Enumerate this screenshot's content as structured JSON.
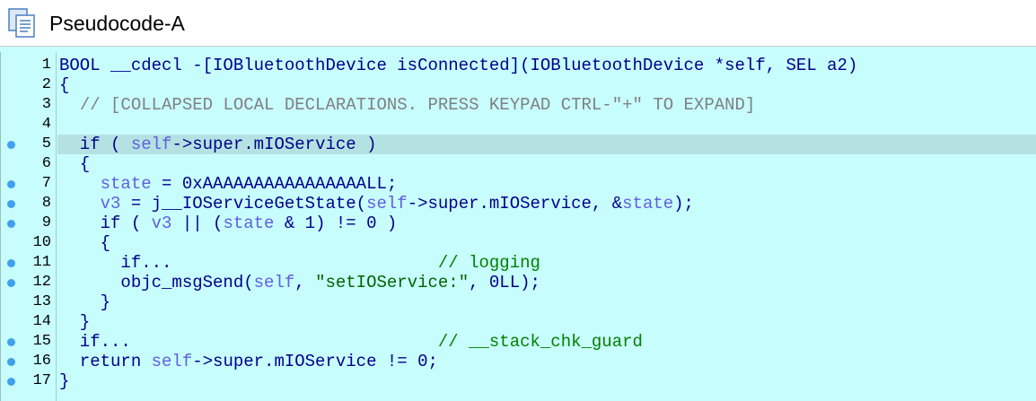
{
  "window": {
    "title": "Pseudocode-A",
    "icon": "pseudocode-window-icon"
  },
  "colors": {
    "background": "#c8fdfd",
    "highlight": "#b4e2e2",
    "keyword": "#00008b",
    "variable": "#6060dd",
    "comment": "#808080",
    "tag_comment": "#008000",
    "breakpoint": "#3ea0ee"
  },
  "highlighted_line": 5,
  "lines": [
    {
      "num": "1",
      "bp": false,
      "tokens": [
        [
          "kw",
          "BOOL __cdecl -[IOBluetoothDevice isConnected](IOBluetoothDevice *self, SEL a2)"
        ]
      ]
    },
    {
      "num": "2",
      "bp": false,
      "tokens": [
        [
          "kw",
          "{"
        ]
      ]
    },
    {
      "num": "3",
      "bp": false,
      "tokens": [
        [
          "kw",
          "  "
        ],
        [
          "cmt",
          "// [COLLAPSED LOCAL DECLARATIONS. PRESS KEYPAD CTRL-\"+\" TO EXPAND]"
        ]
      ]
    },
    {
      "num": "4",
      "bp": false,
      "tokens": []
    },
    {
      "num": "5",
      "bp": true,
      "tokens": [
        [
          "kw",
          "  if ( "
        ],
        [
          "var",
          "self"
        ],
        [
          "kw",
          "->super.mIOService )"
        ]
      ]
    },
    {
      "num": "6",
      "bp": false,
      "tokens": [
        [
          "kw",
          "  {"
        ]
      ]
    },
    {
      "num": "7",
      "bp": true,
      "tokens": [
        [
          "kw",
          "    "
        ],
        [
          "var",
          "state"
        ],
        [
          "kw",
          " = 0xAAAAAAAAAAAAAAAALL;"
        ]
      ]
    },
    {
      "num": "8",
      "bp": true,
      "tokens": [
        [
          "kw",
          "    "
        ],
        [
          "var",
          "v3"
        ],
        [
          "kw",
          " = j__IOServiceGetState("
        ],
        [
          "var",
          "self"
        ],
        [
          "kw",
          "->super.mIOService, &"
        ],
        [
          "var",
          "state"
        ],
        [
          "kw",
          ");"
        ]
      ]
    },
    {
      "num": "9",
      "bp": true,
      "tokens": [
        [
          "kw",
          "    if ( "
        ],
        [
          "var",
          "v3"
        ],
        [
          "kw",
          " || ("
        ],
        [
          "var",
          "state"
        ],
        [
          "kw",
          " & 1) != 0 )"
        ]
      ]
    },
    {
      "num": "10",
      "bp": false,
      "tokens": [
        [
          "kw",
          "    {"
        ]
      ]
    },
    {
      "num": "11",
      "bp": true,
      "tokens": [
        [
          "kw",
          "      if...                          "
        ],
        [
          "gcmt",
          "// logging"
        ]
      ]
    },
    {
      "num": "12",
      "bp": true,
      "tokens": [
        [
          "kw",
          "      objc_msgSend("
        ],
        [
          "var",
          "self"
        ],
        [
          "kw",
          ", "
        ],
        [
          "str",
          "\"setIOService:\""
        ],
        [
          "kw",
          ", 0LL);"
        ]
      ]
    },
    {
      "num": "13",
      "bp": false,
      "tokens": [
        [
          "kw",
          "    }"
        ]
      ]
    },
    {
      "num": "14",
      "bp": false,
      "tokens": [
        [
          "kw",
          "  }"
        ]
      ]
    },
    {
      "num": "15",
      "bp": true,
      "tokens": [
        [
          "kw",
          "  if...                              "
        ],
        [
          "gcmt",
          "// __stack_chk_guard"
        ]
      ]
    },
    {
      "num": "16",
      "bp": true,
      "tokens": [
        [
          "kw",
          "  return "
        ],
        [
          "var",
          "self"
        ],
        [
          "kw",
          "->super.mIOService != 0;"
        ]
      ]
    },
    {
      "num": "17",
      "bp": true,
      "tokens": [
        [
          "kw",
          "}"
        ]
      ]
    }
  ]
}
